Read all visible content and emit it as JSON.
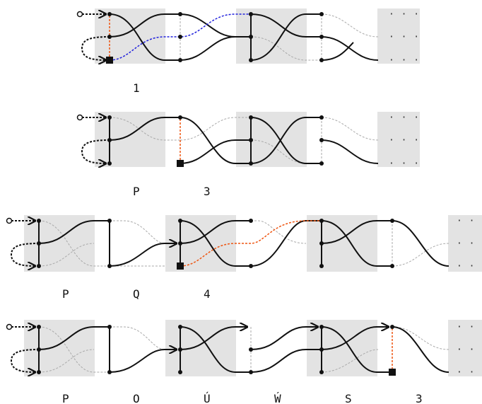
{
  "rows": [
    {
      "labels": [
        "1"
      ],
      "ellipsis": [
        "· · ·",
        "· · ·",
        "· · ·"
      ]
    },
    {
      "labels": [
        "P",
        "3"
      ],
      "ellipsis": [
        "· · ·",
        "· · ·",
        "· · ·"
      ]
    },
    {
      "labels": [
        "P",
        "Q",
        "4"
      ],
      "ellipsis": [
        "· · ·",
        "· · ·",
        "· · ·"
      ]
    },
    {
      "labels": [
        "P",
        "O",
        "Ú",
        "Ẃ",
        "S",
        "3"
      ],
      "ellipsis": [
        "· · ·",
        "· · ·",
        "· · ·"
      ]
    }
  ],
  "colors": {
    "block_shade": "#e3e3e3",
    "solid_strand": "#111111",
    "dashed_strand": "#aaaaaa",
    "blue_path": "#2222dd",
    "orange_path": "#ee5511"
  }
}
